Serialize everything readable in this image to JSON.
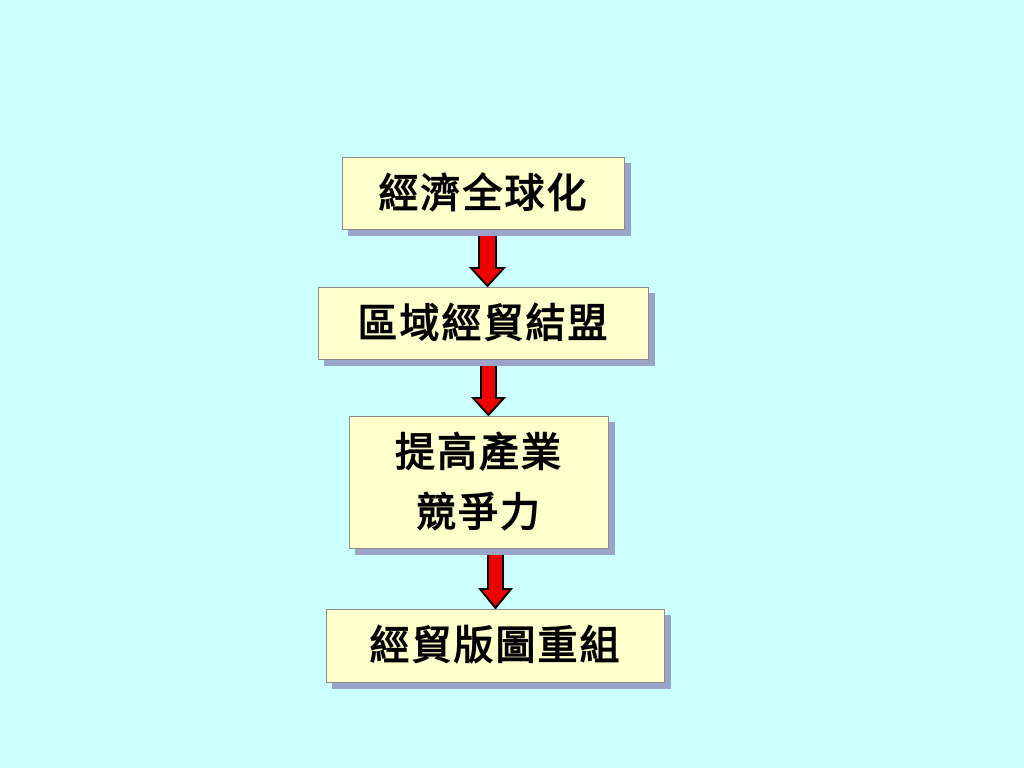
{
  "diagram": {
    "nodes": [
      {
        "id": "n1",
        "lines": [
          "經濟全球化"
        ]
      },
      {
        "id": "n2",
        "lines": [
          "區域經貿結盟"
        ]
      },
      {
        "id": "n3",
        "lines": [
          "提高產業",
          "競爭力"
        ]
      },
      {
        "id": "n4",
        "lines": [
          "經貿版圖重組"
        ]
      }
    ],
    "edges": [
      {
        "from": "n1",
        "to": "n2"
      },
      {
        "from": "n2",
        "to": "n3"
      },
      {
        "from": "n3",
        "to": "n4"
      }
    ],
    "colors": {
      "background": "#ccffff",
      "box_fill": "#ffffcc",
      "box_shadow": "#9aa4c8",
      "arrow_fill": "#ee0000",
      "arrow_outline": "#000000"
    }
  }
}
